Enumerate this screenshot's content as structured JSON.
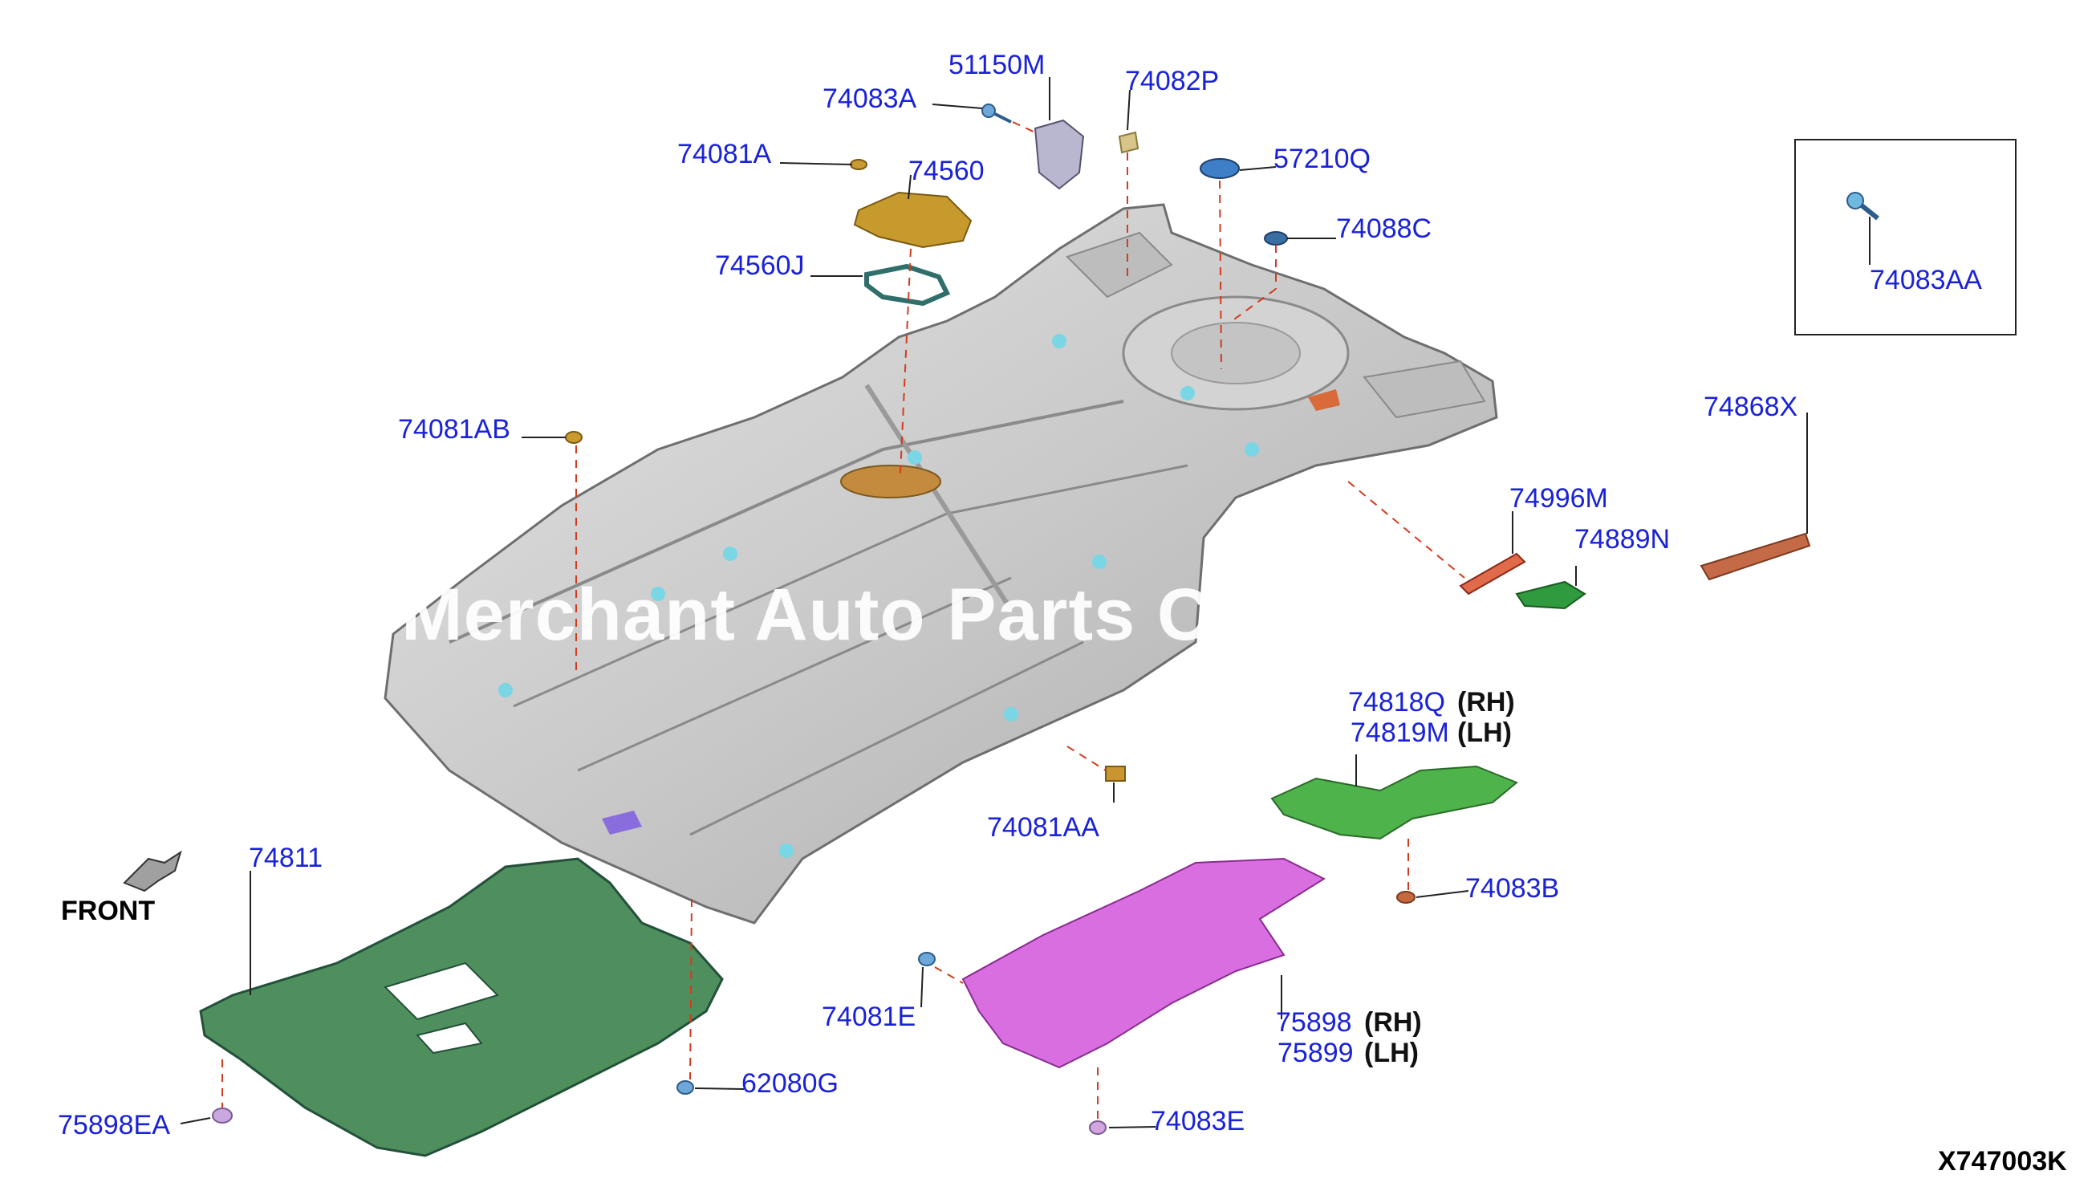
{
  "diagram": {
    "drawing_code": "X747003K",
    "front_label": "FRONT",
    "watermark": "Merchant Auto Parts Ca",
    "colors": {
      "label": "#1a22d8",
      "leader": "#222222",
      "dashed": "#d23b1e"
    },
    "parts": [
      {
        "id": "51150M",
        "label": "51150M"
      },
      {
        "id": "74083A",
        "label": "74083A"
      },
      {
        "id": "74082P",
        "label": "74082P"
      },
      {
        "id": "74081A",
        "label": "74081A"
      },
      {
        "id": "74560",
        "label": "74560"
      },
      {
        "id": "57210Q",
        "label": "57210Q"
      },
      {
        "id": "74088C",
        "label": "74088C"
      },
      {
        "id": "74560J",
        "label": "74560J"
      },
      {
        "id": "74083AA",
        "label": "74083AA"
      },
      {
        "id": "74868X",
        "label": "74868X"
      },
      {
        "id": "74081AB",
        "label": "74081AB"
      },
      {
        "id": "74996M",
        "label": "74996M"
      },
      {
        "id": "74889N",
        "label": "74889N"
      },
      {
        "id": "74818Q",
        "label": "74818Q",
        "side": "(RH)"
      },
      {
        "id": "74819M",
        "label": "74819M",
        "side": "(LH)"
      },
      {
        "id": "74081AA",
        "label": "74081AA"
      },
      {
        "id": "74811",
        "label": "74811"
      },
      {
        "id": "74083B",
        "label": "74083B"
      },
      {
        "id": "74081E",
        "label": "74081E"
      },
      {
        "id": "75898",
        "label": "75898",
        "side": "(RH)"
      },
      {
        "id": "75899",
        "label": "75899",
        "side": "(LH)"
      },
      {
        "id": "62080G",
        "label": "62080G"
      },
      {
        "id": "75898EA",
        "label": "75898EA"
      },
      {
        "id": "74083E",
        "label": "74083E"
      }
    ]
  }
}
